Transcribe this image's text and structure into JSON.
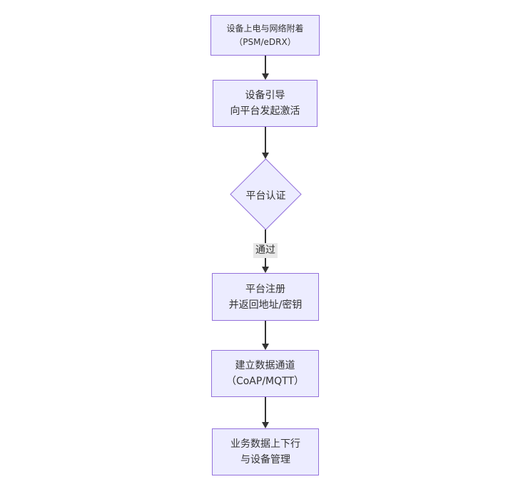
{
  "diagram": {
    "type": "flowchart",
    "direction": "top-down",
    "colors": {
      "node_fill": "#ECECFF",
      "node_border": "#9370DB",
      "edge_line": "#333333",
      "edge_label_bg": "#E8E8E8",
      "text": "#333333",
      "background": "#FFFFFF"
    },
    "nodes": {
      "power_attach": {
        "shape": "rect",
        "line1": "设备上电与网络附着",
        "line2": "（PSM/eDRX）"
      },
      "bootstrap": {
        "shape": "rect",
        "line1": "设备引导",
        "line2": "向平台发起激活"
      },
      "auth": {
        "shape": "diamond",
        "label": "平台认证"
      },
      "register": {
        "shape": "rect",
        "line1": "平台注册",
        "line2": "并返回地址/密钥"
      },
      "channel": {
        "shape": "rect",
        "line1": "建立数据通道",
        "line2": "（CoAP/MQTT）"
      },
      "business": {
        "shape": "rect",
        "line1": "业务数据上下行",
        "line2": "与设备管理"
      }
    },
    "edge_labels": {
      "auth_pass": "通过"
    },
    "edges": [
      {
        "from": "power_attach",
        "to": "bootstrap",
        "label": ""
      },
      {
        "from": "bootstrap",
        "to": "auth",
        "label": ""
      },
      {
        "from": "auth",
        "to": "register",
        "label": "通过"
      },
      {
        "from": "register",
        "to": "channel",
        "label": ""
      },
      {
        "from": "channel",
        "to": "business",
        "label": ""
      }
    ]
  }
}
